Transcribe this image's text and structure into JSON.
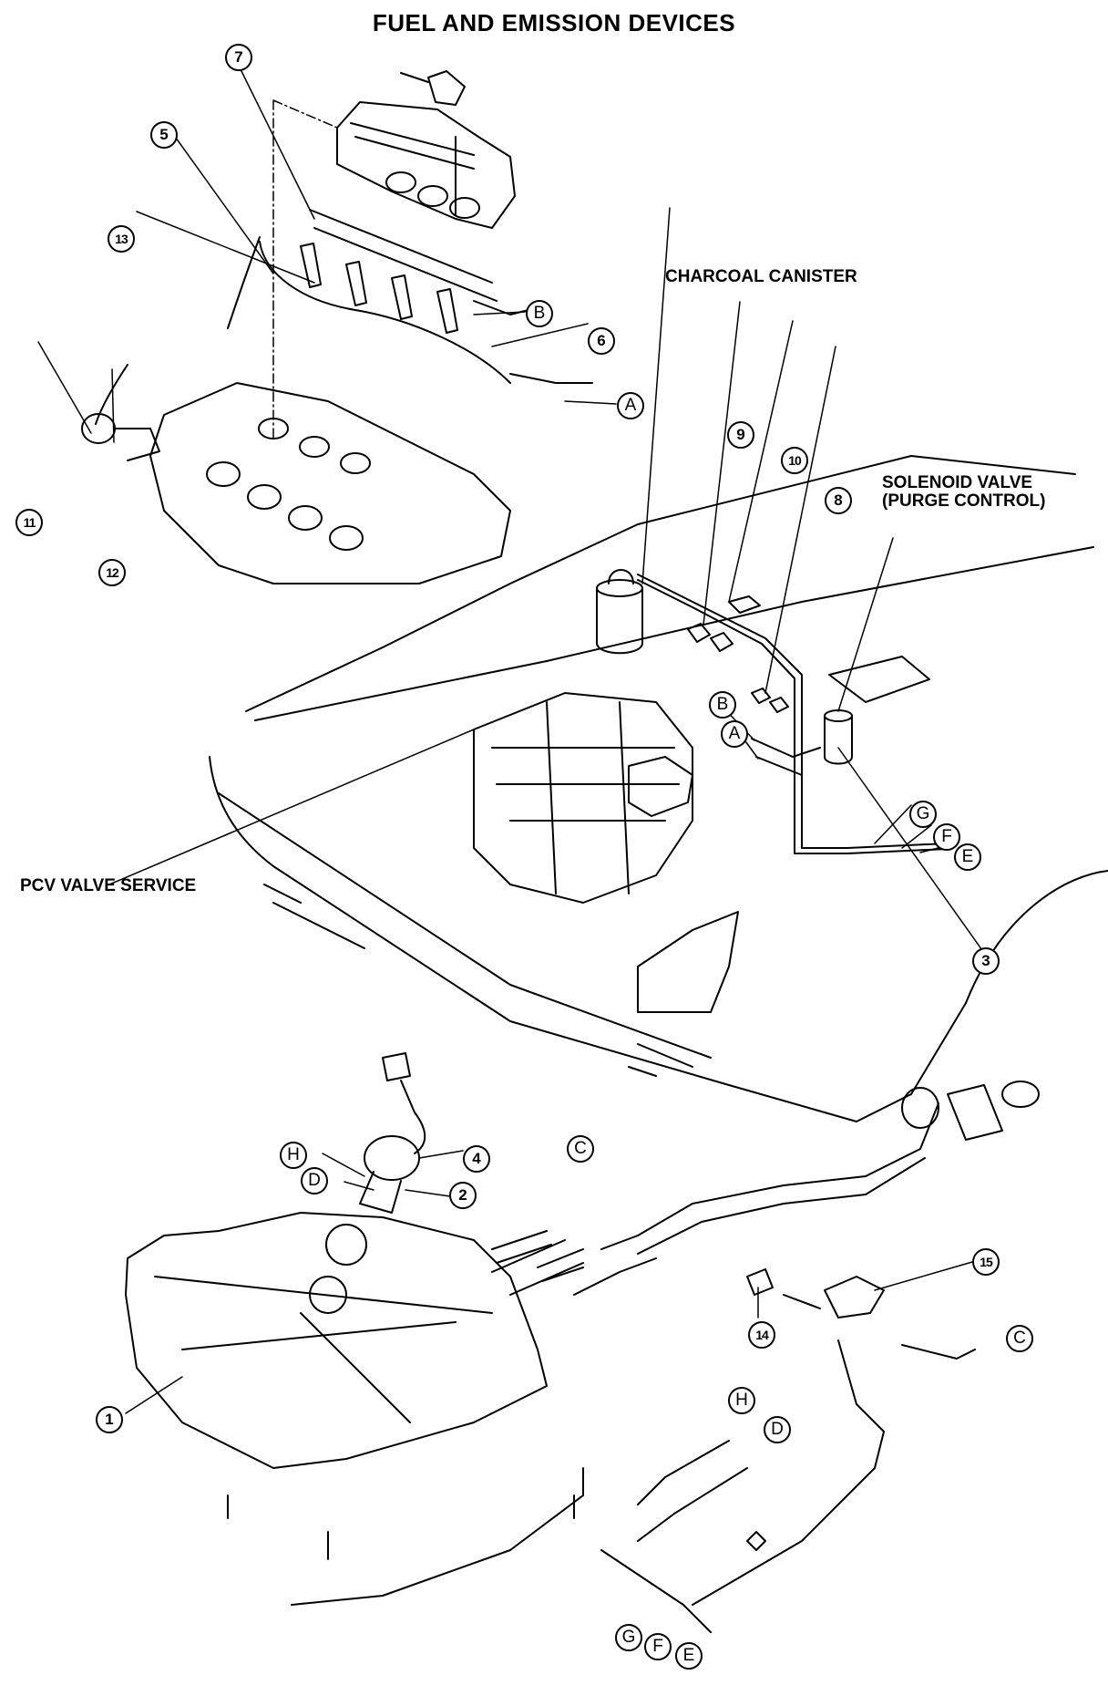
{
  "title": "FUEL AND EMISSION DEVICES",
  "notes": {
    "charcoal_canister": "CHARCOAL CANISTER",
    "solenoid_valve_line1": "SOLENOID VALVE",
    "solenoid_valve_line2": "(PURGE CONTROL)",
    "pcv_valve_service": "PCV VALVE SERVICE"
  },
  "callouts": {
    "n1": "1",
    "n2": "2",
    "n3": "3",
    "n4": "4",
    "n5": "5",
    "n6": "6",
    "n7": "7",
    "n8": "8",
    "n9": "9",
    "n10": "10",
    "n11": "11",
    "n12": "12",
    "n13": "13",
    "n14": "14",
    "n15": "15",
    "A": "A",
    "B": "B",
    "C": "C",
    "D": "D",
    "E": "E",
    "F": "F",
    "G": "G",
    "H": "H"
  },
  "colors": {
    "ink": "#000000",
    "paper": "#ffffff"
  }
}
